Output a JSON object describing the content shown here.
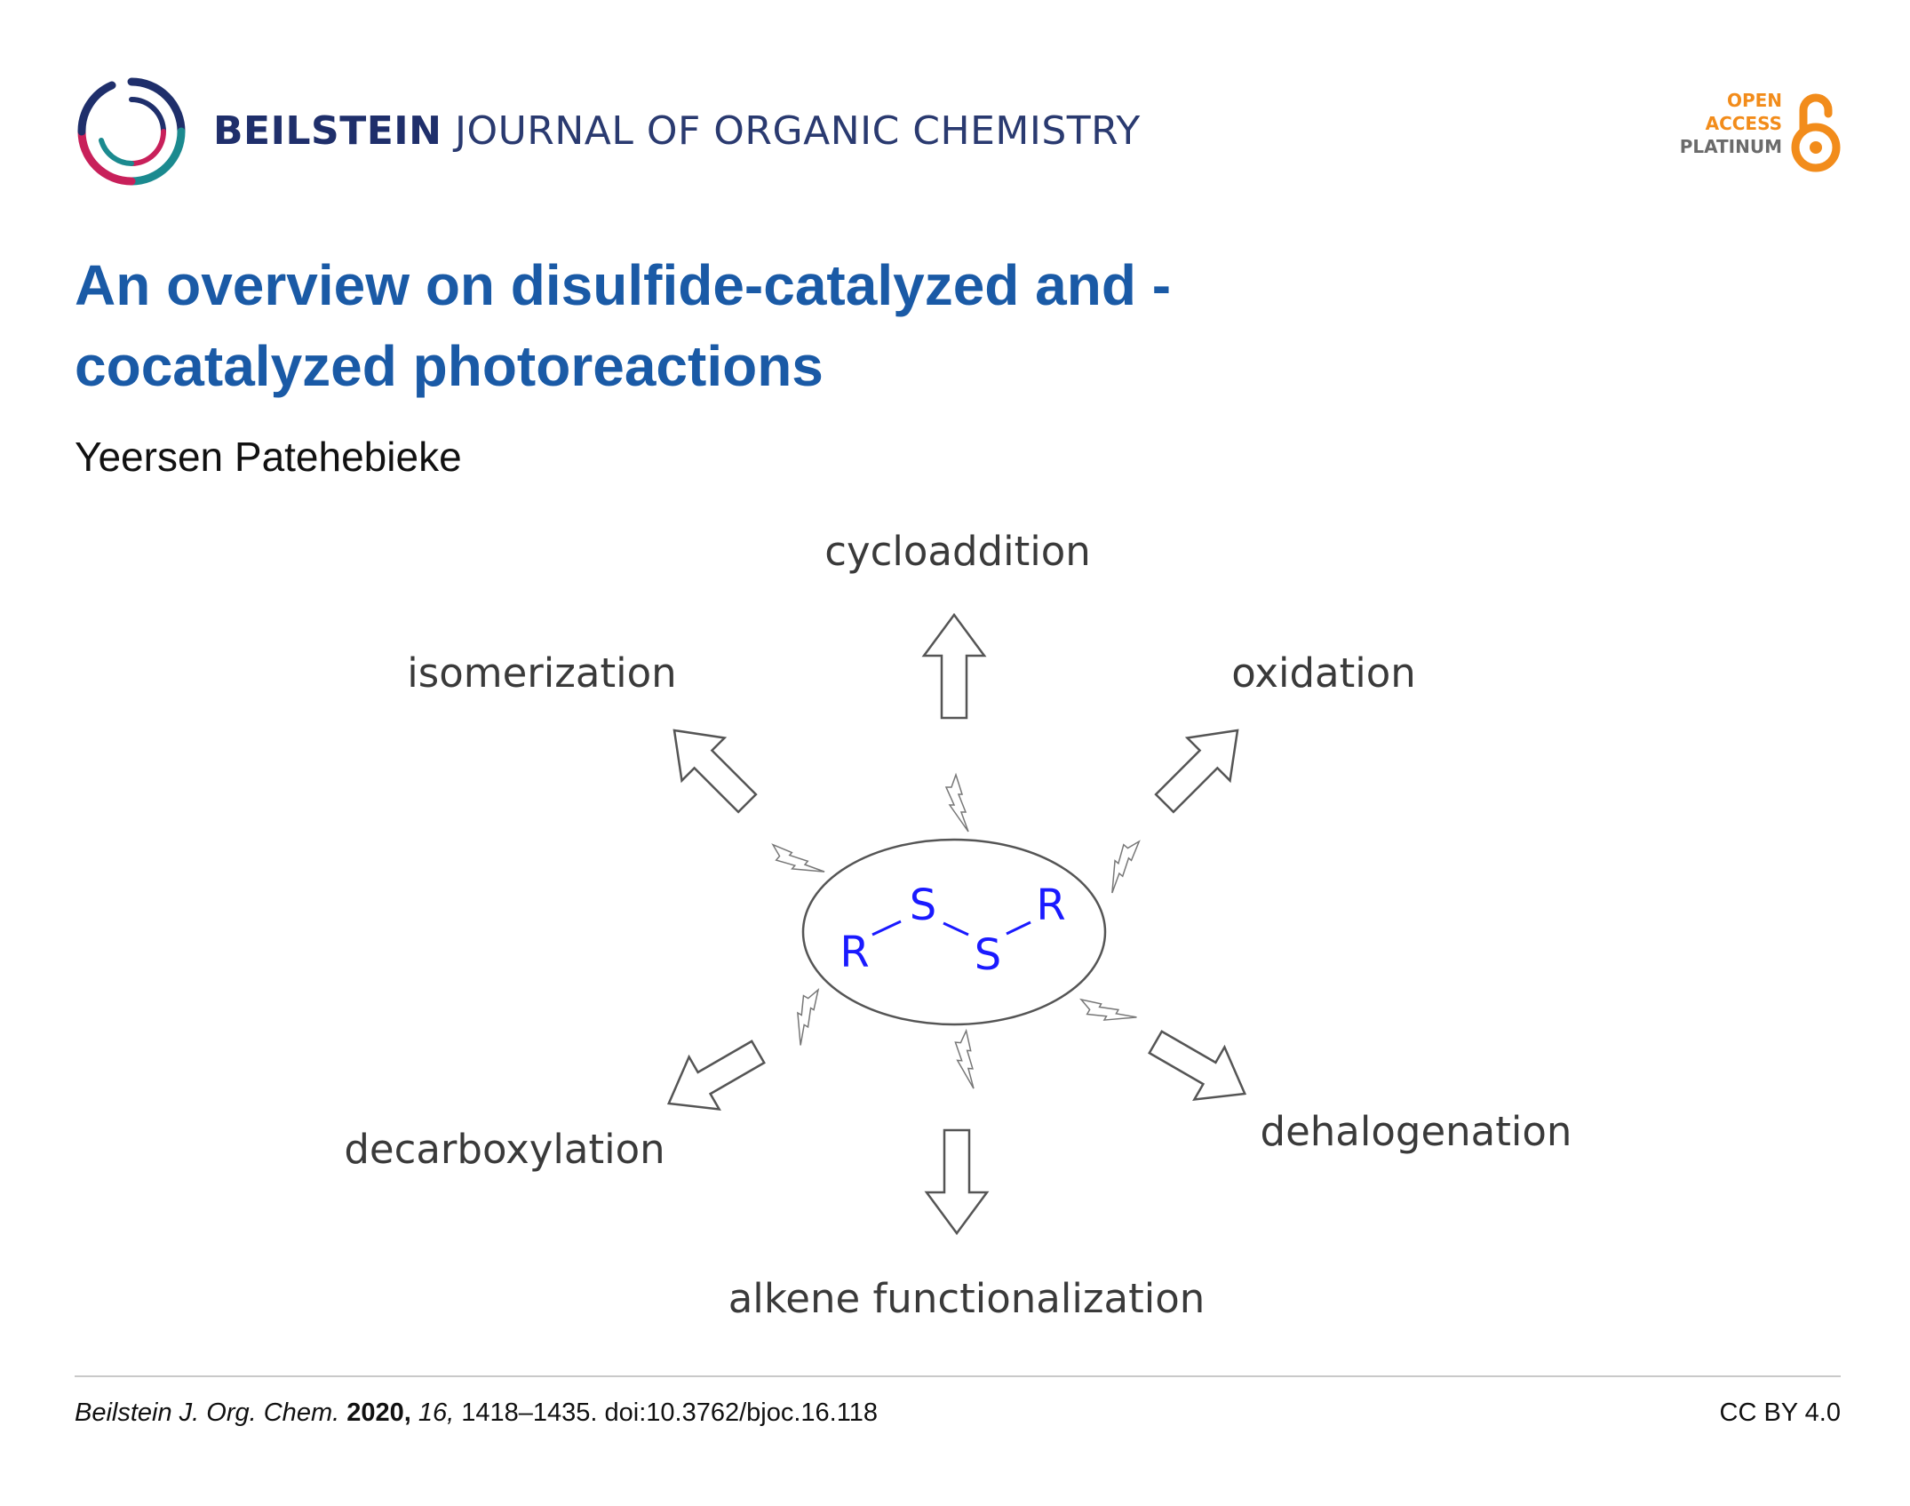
{
  "header": {
    "journal_brand": "BEILSTEIN",
    "journal_rest": "JOURNAL OF ORGANIC CHEMISTRY",
    "badge": {
      "line1": "OPEN",
      "line2": "ACCESS",
      "line3": "PLATINUM"
    }
  },
  "article": {
    "title": "An overview on disulfide-catalyzed and -cocatalyzed photoreactions",
    "author": "Yeersen Patehebieke"
  },
  "scheme": {
    "center": {
      "r_left": "R",
      "s_top": "S",
      "s_bottom": "S",
      "r_right": "R"
    },
    "reactions": {
      "top": "cycloaddition",
      "upper_left": "isomerization",
      "upper_right": "oxidation",
      "lower_left": "decarboxylation",
      "lower_right": "dehalogenation",
      "bottom": "alkene functionalization"
    }
  },
  "footer": {
    "journal": "Beilstein J. Org. Chem.",
    "year": "2020,",
    "volume": "16,",
    "pages_doi": "1418–1435. doi:10.3762/bjoc.16.118",
    "license": "CC BY 4.0"
  },
  "colors": {
    "title": "#1a5aa6",
    "journal": "#1f2f6b",
    "oa_orange": "#f28c1b",
    "chem_blue": "#1a1aff"
  },
  "icons": [
    "beilstein-logo-icon",
    "open-access-lock-icon",
    "lightning-icon"
  ]
}
